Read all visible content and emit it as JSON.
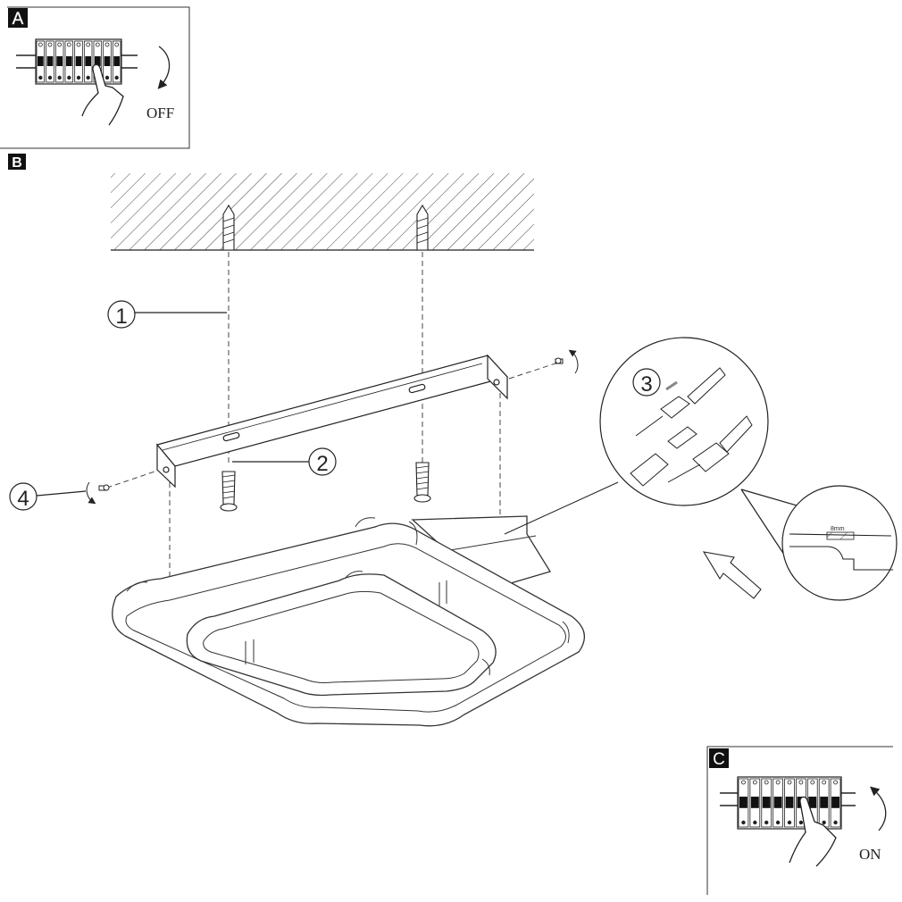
{
  "panels": {
    "a": {
      "letter": "A",
      "state_label": "OFF"
    },
    "b": {
      "letter": "B"
    },
    "c": {
      "letter": "C",
      "state_label": "ON"
    }
  },
  "callouts": {
    "step1": "1",
    "step2": "2",
    "step3": "3",
    "step4": "4"
  },
  "detail": {
    "strip_length": "8mm"
  },
  "colors": {
    "line": "#222222",
    "fill": "#ffffff",
    "dark": "#111111"
  }
}
